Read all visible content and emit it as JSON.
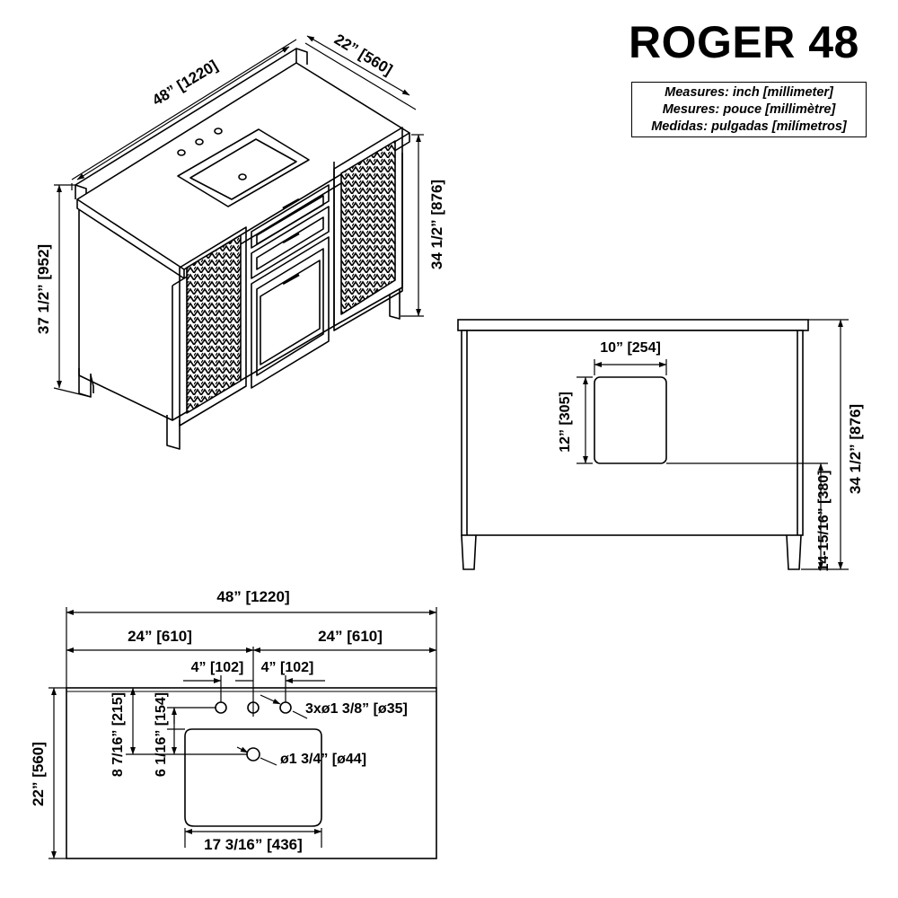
{
  "title": "ROGER 48",
  "units_legend": [
    "Measures: inch [millimeter]",
    "Mesures: pouce [millimètre]",
    "Medidas: pulgadas [milímetros]"
  ],
  "perspective_view": {
    "width": "48” [1220]",
    "depth": "22” [560]",
    "total_height": "37 1/2” [952]",
    "cabinet_height": "34 1/2” [876]"
  },
  "back_view": {
    "cutout_width": "10” [254]",
    "cutout_height": "12” [305]",
    "cutout_elevation": "14-15/16” [380]",
    "cabinet_height": "34 1/2” [876]"
  },
  "top_view": {
    "width": "48” [1220]",
    "left_half": "24” [610]",
    "right_half": "24” [610]",
    "faucet_left_spacing": "4” [102]",
    "faucet_right_spacing": "4” [102]",
    "faucet_holes": "3xø1 3/8” [ø35]",
    "drain": "ø1 3/4” [ø44]",
    "drain_offset": "8 7/16” [215]",
    "basin_offset": "6 1/16” [154]",
    "depth": "22” [560]",
    "basin_width": "17 3/16” [436]"
  }
}
